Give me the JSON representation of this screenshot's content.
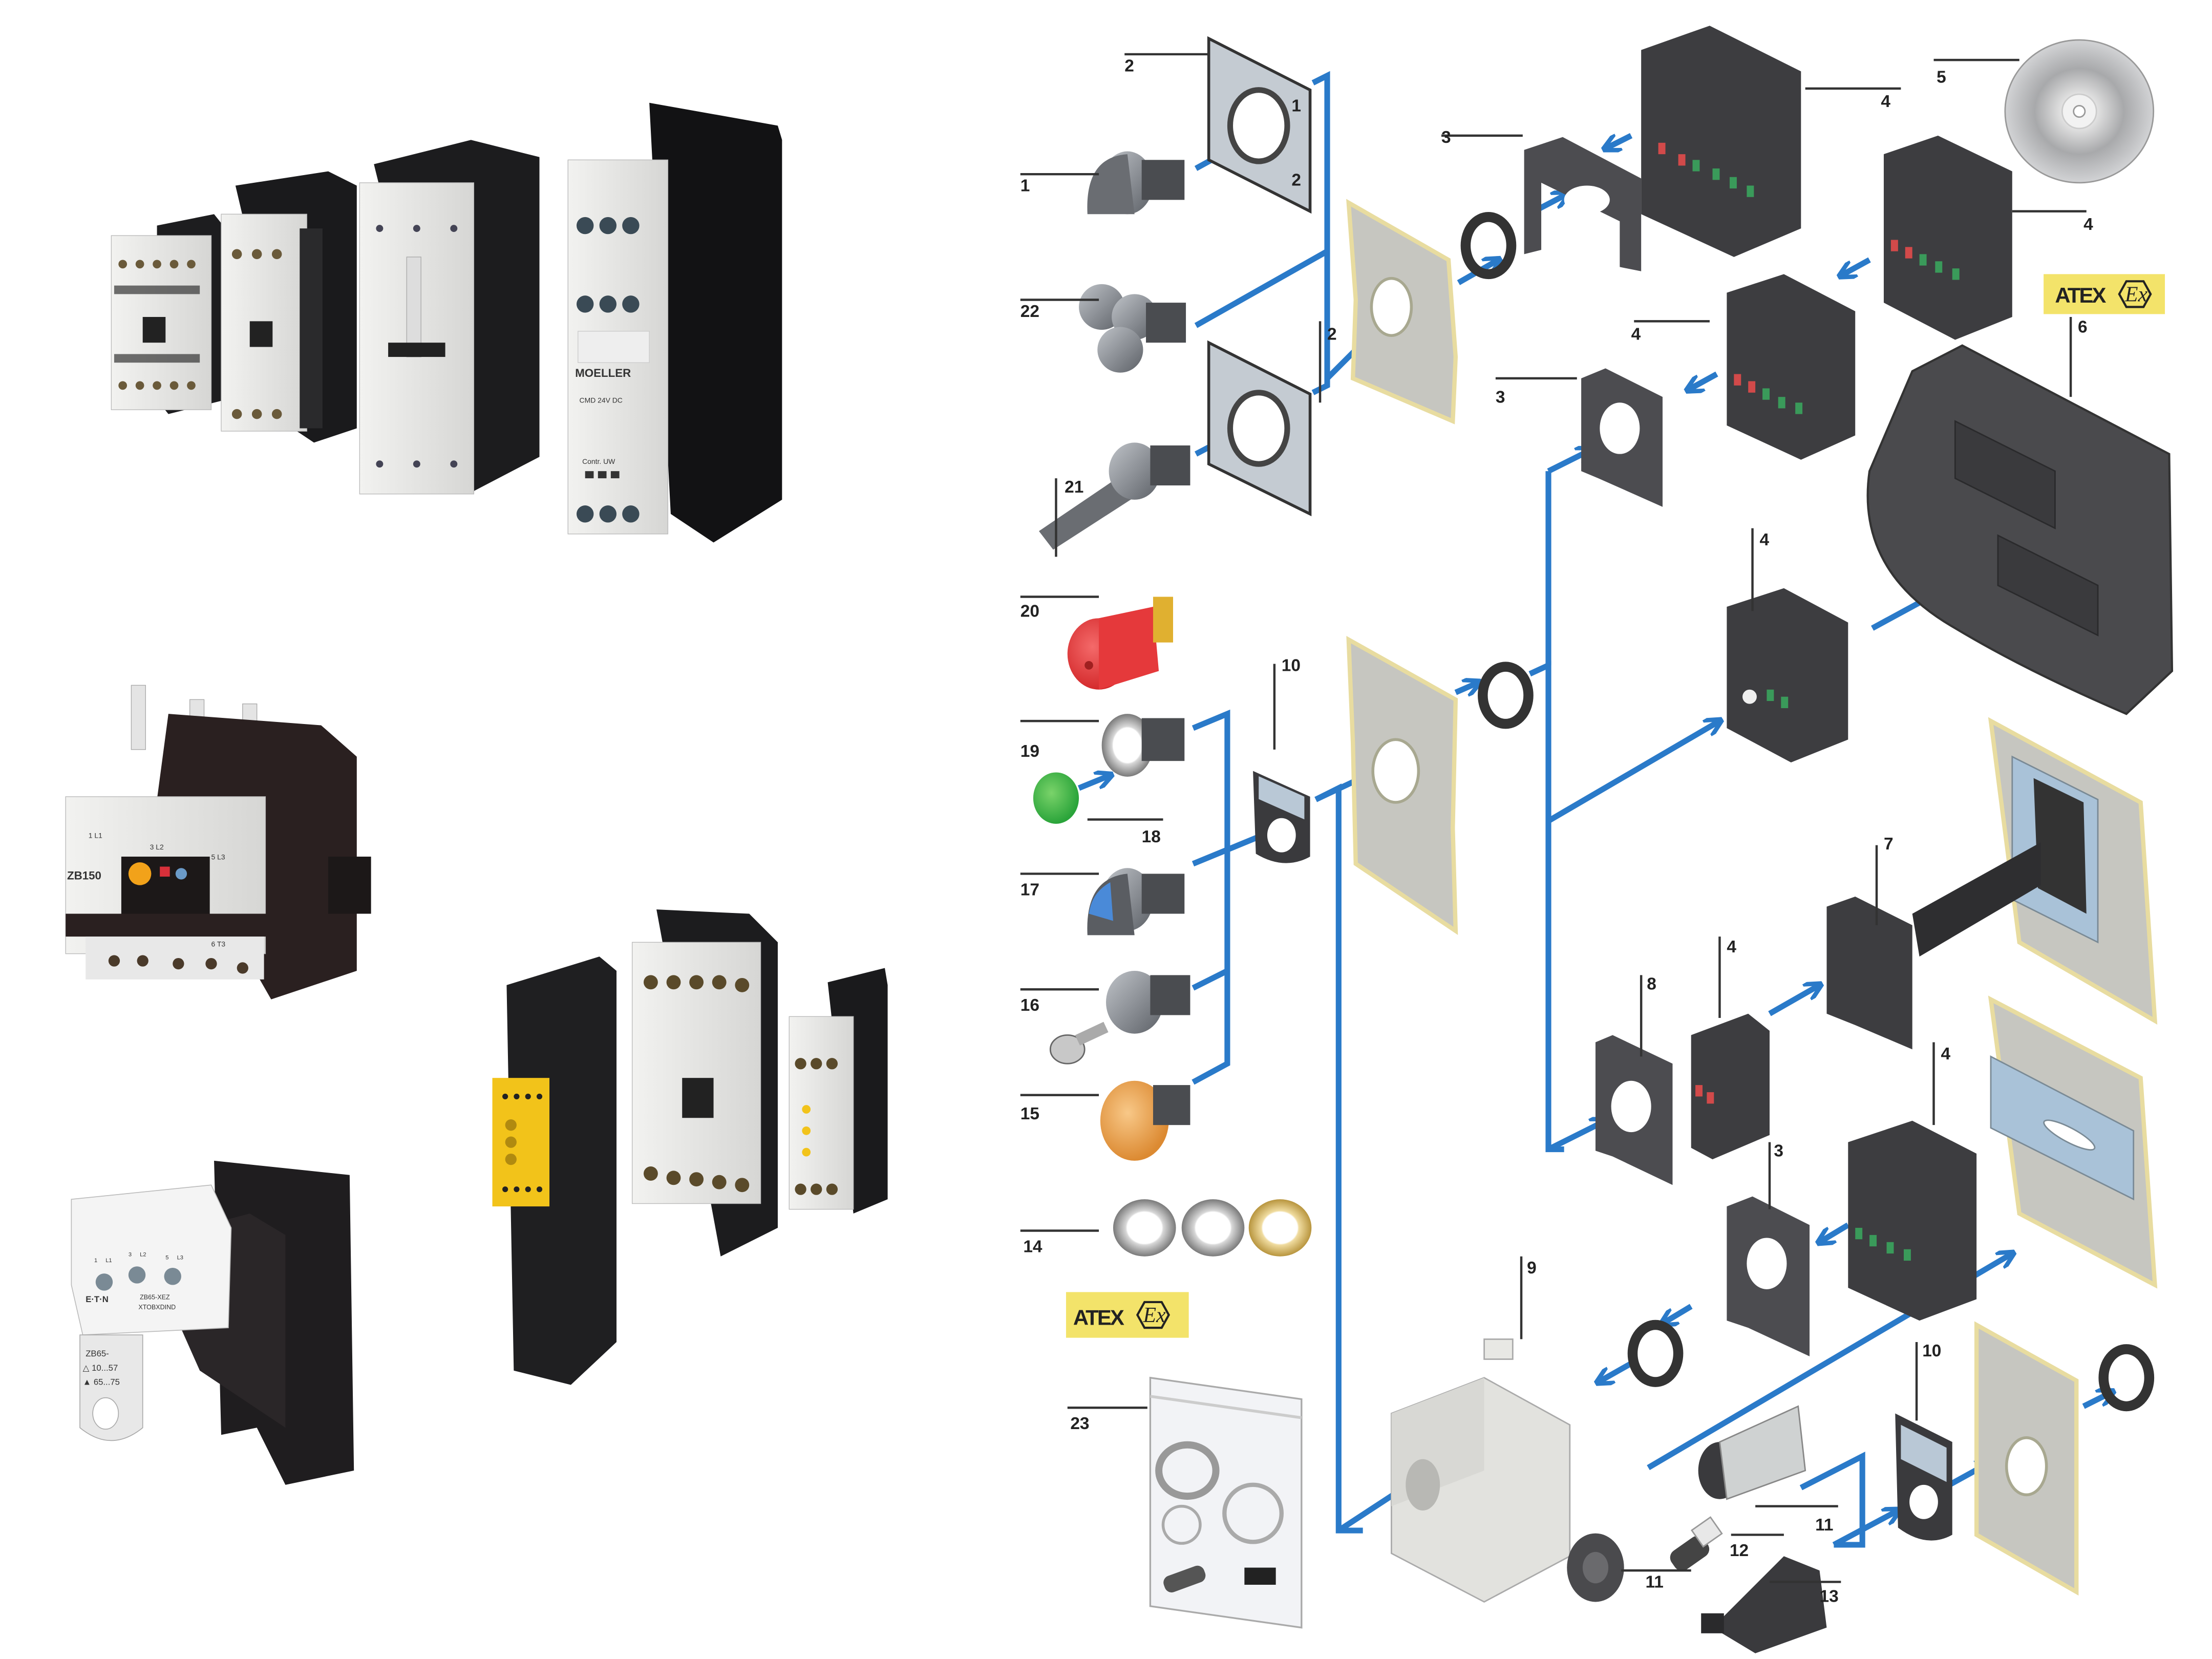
{
  "colors": {
    "arrow_blue": "#2a7ac9",
    "atex_yellow": "#f3e36a",
    "panel_gray": "#c6c6c0",
    "panel_edge": "#e8dca0",
    "dark_plastic": "#3d3d40",
    "light_housing": "#e6e6e4",
    "safety_yellow": "#f2c31a",
    "estop_red": "#e5393b",
    "indicator_green": "#44b54a",
    "lamp_orange": "#f0a54a"
  },
  "products": {
    "contactor_group_top": {
      "name": "contactor-lineup",
      "relay_brand": "MOELLER",
      "relay_model": "CMD 24V DC",
      "relay_leds": "Contr. UW"
    },
    "overload_relay": {
      "name": "thermal-overload-relay",
      "model_text": "ZB150",
      "terminals": [
        "1 L1",
        "3 L2",
        "5 L3",
        "6 T3"
      ]
    },
    "overload_mount": {
      "name": "overload-relay-mounting-kit",
      "brand": "E·T·N",
      "model_line1": "ZB65-XEZ",
      "model_line2": "XTOBXDIND",
      "tag_line1": "ZB65-",
      "tag_line2": "△ 10...57",
      "tag_line3": "▲ 65...75",
      "terminals": [
        "1",
        "L1",
        "3",
        "L2",
        "5",
        "L3"
      ]
    },
    "safety_relay_group": {
      "name": "safety-relay-contactor-group"
    }
  },
  "diagram": {
    "labels": {
      "n1": "1",
      "n2a": "2",
      "n2b": "2",
      "n3a": "3",
      "n3b": "3",
      "n3c": "3",
      "n4a": "4",
      "n4b": "4",
      "n4c": "4",
      "n4d": "4",
      "n4e": "4",
      "n4f": "4",
      "n5": "5",
      "n6": "6",
      "n7": "7",
      "n8": "8",
      "n9": "9",
      "n10a": "10",
      "n10b": "10",
      "n11a": "11",
      "n11b": "11",
      "n12": "12",
      "n13": "13",
      "n14": "14",
      "n15": "15",
      "n16": "16",
      "n17": "17",
      "n18": "18",
      "n19": "19",
      "n20": "20",
      "n21": "21",
      "n22": "22",
      "n23": "23"
    },
    "plate_markings": {
      "one": "1",
      "two": "2"
    },
    "atex_badges": [
      {
        "text": "ATEX",
        "symbol": "Ex"
      },
      {
        "text": "ATEX",
        "symbol": "Ex"
      }
    ]
  }
}
